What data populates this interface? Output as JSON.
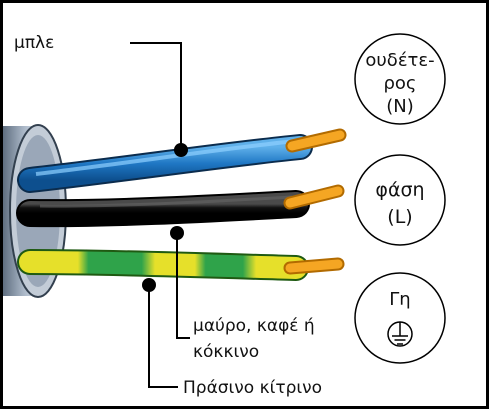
{
  "labels": {
    "blue_wire": "μπλε",
    "black_wire_line1": "μαύρο, καφέ ή",
    "black_wire_line2": "κόκκινο",
    "green_yellow_wire": "Πράσινο κίτρινο"
  },
  "terminals": {
    "neutral": {
      "line1": "ουδέτε-",
      "line2": "ρος",
      "line3": "(N)"
    },
    "phase": {
      "line1": "φάση",
      "line2": "(L)"
    },
    "earth": {
      "line1": "Γη",
      "symbol": "earth-ground-symbol"
    }
  },
  "colors": {
    "blue_wire": "#1f77c4",
    "black_wire": "#111111",
    "green_wire": "#2fa34a",
    "yellow_stripe": "#e6e02a",
    "copper_core": "#f5a623",
    "cable_sheath": "#8f9fb3",
    "frame": "#000000"
  }
}
